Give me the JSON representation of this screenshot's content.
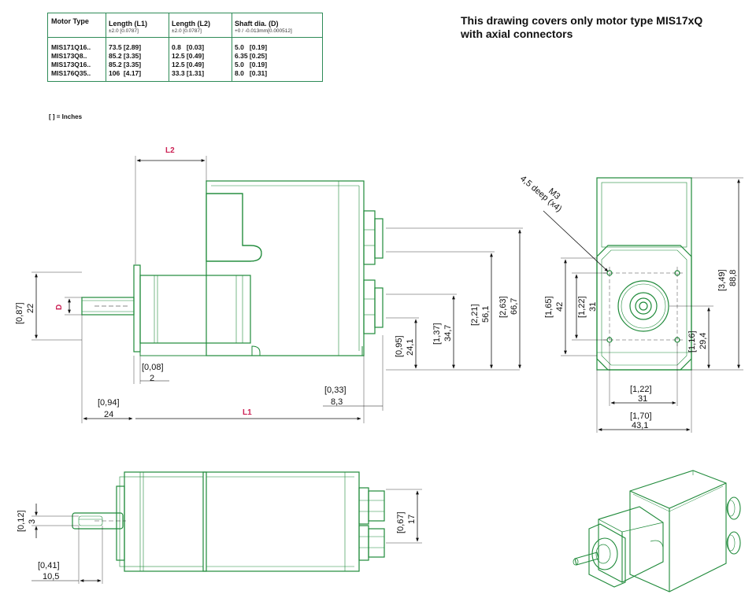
{
  "table": {
    "headers": [
      {
        "title": "Motor Type",
        "sub": ""
      },
      {
        "title": "Length (L1)",
        "sub": "±2.0 [0.0787]"
      },
      {
        "title": "Length (L2)",
        "sub": "±2.0 [0.0787]"
      },
      {
        "title": "Shaft dia. (D)",
        "sub": "+0 / -0.013mm[0.000512]"
      }
    ],
    "rows": [
      [
        "MIS171Q16..",
        "73.5 [2.89]",
        "0.8   [0.03]",
        "5.0   [0.19]"
      ],
      [
        "MIS173Q8..",
        "85.2 [3.35]",
        "12.5 [0.49]",
        "6.35 [0.25]"
      ],
      [
        "MIS173Q16..",
        "85.2 [3.35]",
        "12.5 [0.49]",
        "5.0   [0.19]"
      ],
      [
        "MIS176Q35..",
        "106  [4.17]",
        "33.3 [1.31]",
        "8.0   [0.31]"
      ]
    ]
  },
  "headline": "This drawing covers only motor type MIS17xQ\nwith axial connectors",
  "note": "[ ] = Inches",
  "dims": {
    "L2": "L2",
    "L1": "L1",
    "D": "D",
    "shaft_in": "[0,87]",
    "shaft_mm": "22",
    "flange_in": "[0,08]",
    "flange_mm": "2",
    "shaftlen_in": "[0,94]",
    "shaftlen_mm": "24",
    "conn_in": "[0,33]",
    "conn_mm": "8,3",
    "h095_in": "[0,95]",
    "h095_mm": "24,1",
    "h137_in": "[1,37]",
    "h137_mm": "34,7",
    "h221_in": "[2,21]",
    "h221_mm": "56,1",
    "h263_in": "[2,63]",
    "h263_mm": "66,7",
    "f165_in": "[1,65]",
    "f165_mm": "42",
    "f122_in": "[1,22]",
    "f122_mm": "31",
    "f349_in": "[3,49]",
    "f349_mm": "88,8",
    "f116_in": "[1,16]",
    "f116_mm": "29,4",
    "w122_in": "[1,22]",
    "w122_mm": "31",
    "w170_in": "[1,70]",
    "w170_mm": "43,1",
    "m3": "M3",
    "m3_deep": "4,5 deep (x4)",
    "flat_in": "[0,12]",
    "flat_mm": "3",
    "c067_in": "[0,67]",
    "c067_mm": "17",
    "fl041_in": "[0,41]",
    "fl041_mm": "10,5"
  }
}
